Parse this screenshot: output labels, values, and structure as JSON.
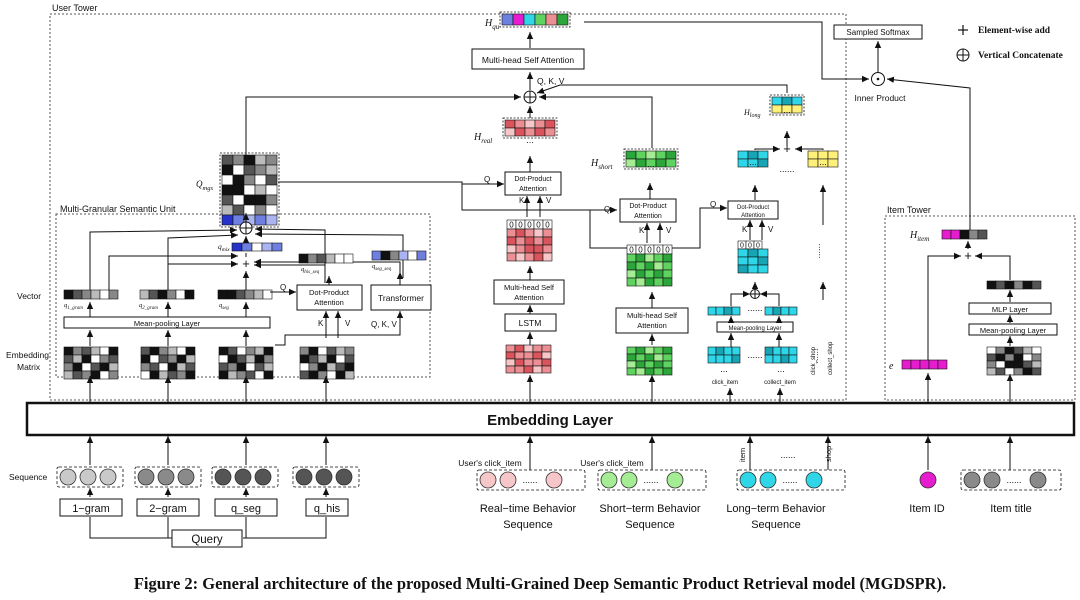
{
  "labels": {
    "user_tower": "User Tower",
    "item_tower": "Item Tower",
    "mgsu": "Multi-Granular Semantic Unit",
    "embedding_layer": "Embedding Layer",
    "sampled_softmax": "Sampled Softmax",
    "inner_product": "Inner Product",
    "legend_add": "Element-wise add",
    "legend_concat": "Vertical Concatenate",
    "vector": "Vector",
    "embedding_matrix_1": "Embedding",
    "embedding_matrix_2": "Matrix",
    "sequence": "Sequence",
    "mean_pooling": "Mean-pooling  Layer",
    "dot_product_1": "Dot-Product",
    "dot_product_2": "Attention",
    "transformer": "Transformer",
    "qkv": "Q, K, V",
    "q": "Q",
    "k": "K",
    "v": "V",
    "mhsa": "Multi-head Self Attention",
    "mhsa_1": "Multi-head Self",
    "mhsa_2": "Attention",
    "lstm": "LSTM",
    "mlp": "MLP Layer",
    "mean_pooling_item": "Mean-pooling  Layer",
    "users_click_item": "User's click_item",
    "item": "item",
    "shop": "shop",
    "click_item": "click_item",
    "collect_item": "collect_item",
    "click_shop": "click_shop",
    "collect_shop": "collect_shop",
    "dots": "......",
    "zeros": "0 0 0 0 0"
  },
  "math": {
    "h_qu": "H",
    "h_qu_sub": "qu",
    "h_real": "H",
    "h_real_sub": "real",
    "h_short": "H",
    "h_short_sub": "short",
    "h_long": "H",
    "h_long_sub": "long",
    "h_item": "H",
    "h_item_sub": "item",
    "q_mgs": "Q",
    "q_mgs_sub": "mgs",
    "q_mix": "q",
    "q_mix_sub": "mix",
    "q1": "q",
    "q1_sub": "1_gram",
    "q2": "q",
    "q2_sub": "2_gram",
    "qseg": "q",
    "qseg_sub": "seg",
    "qhis": "q",
    "qhis_sub": "his_seq",
    "qsegseq": "q",
    "qsegseq_sub": "seg_seq",
    "e": "e"
  },
  "inputs": {
    "gram1": "1−gram",
    "gram2": "2−gram",
    "qseg": "q_seg",
    "qhis": "q_his",
    "query": "Query",
    "rt_1": "Real−time Behavior",
    "rt_2": "Sequence",
    "st_1": "Short−term Behavior",
    "st_2": "Sequence",
    "lt_1": "Long−term Behavior",
    "lt_2": "Sequence",
    "item_id": "Item ID",
    "item_title": "Item title"
  },
  "caption": "Figure 2: General architecture of the proposed Multi-Grained Deep Semantic Product Retrieval model (MGDSPR).",
  "colors": {
    "red_dark": "#d9545c",
    "red_mid": "#eb8f94",
    "red_light": "#f6c6c8",
    "green_dark": "#2aa63a",
    "green_mid": "#5fd35f",
    "green_light": "#a5ec94",
    "cyan": "#2fd6e8",
    "cyan_dark": "#17a5b5",
    "yellow": "#fff07a",
    "magenta": "#e61ccf",
    "blue_dark": "#2632c9",
    "blue_mid": "#6f7fe0",
    "blue_light": "#aab4f0"
  }
}
